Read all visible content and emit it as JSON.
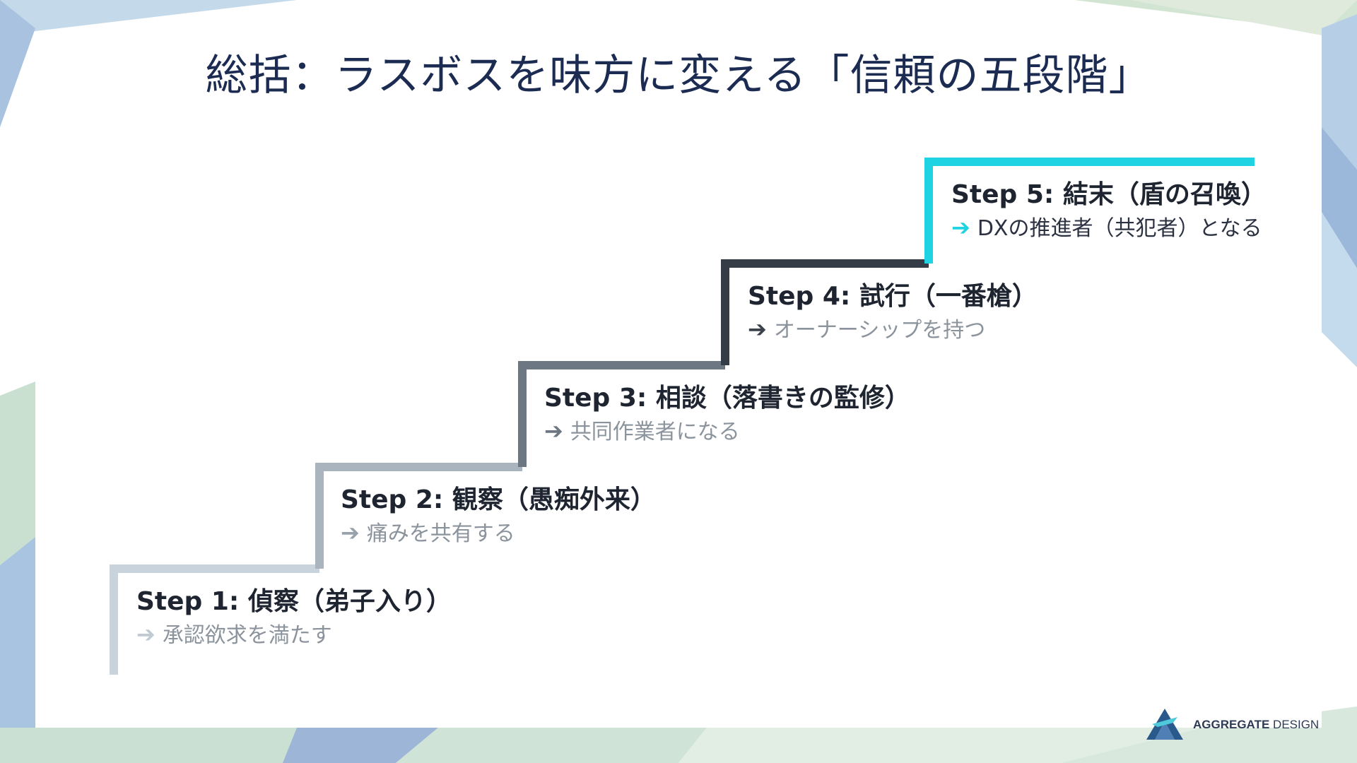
{
  "slide": {
    "title": "総括：ラスボスを味方に変える「信頼の五段階」",
    "steps": [
      {
        "label": "Step 1: 偵察（弟子入り）",
        "sub": "承認欲求を満たす",
        "arrow": "➔",
        "color": "#c9d3dc",
        "arrow_color": "#c1cad3"
      },
      {
        "label": "Step 2: 観察（愚痴外来）",
        "sub": "痛みを共有する",
        "arrow": "➔",
        "color": "#a9b4bf",
        "arrow_color": "#98a2ad"
      },
      {
        "label": "Step 3: 相談（落書きの監修）",
        "sub": "共同作業者になる",
        "arrow": "➔",
        "color": "#6d7783",
        "arrow_color": "#6d7783"
      },
      {
        "label": "Step 4: 試行（一番槍）",
        "sub": "オーナーシップを持つ",
        "arrow": "➔",
        "color": "#353c46",
        "arrow_color": "#3b424c"
      },
      {
        "label": "Step 5: 結末（盾の召喚）",
        "sub": "DXの推進者（共犯者）となる",
        "arrow": "➔",
        "color": "#1fd3e3",
        "arrow_color": "#1fd3e3"
      }
    ]
  },
  "brand": {
    "name_bold": "AGGREGATE",
    "name_rest": " DESIGN",
    "logo_icon": "aggregate-design-logo-icon"
  },
  "colors": {
    "title": "#1b2b52",
    "accent": "#1fd3e3"
  }
}
